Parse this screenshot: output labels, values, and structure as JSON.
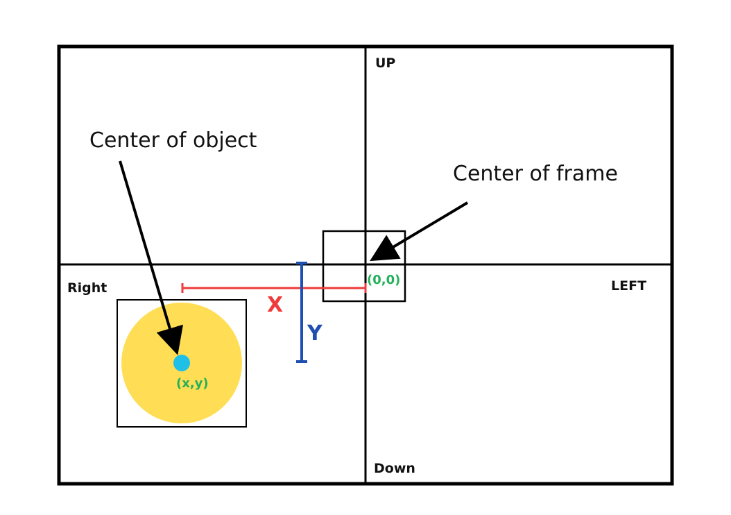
{
  "labels": {
    "up": "UP",
    "down": "Down",
    "left": "LEFT",
    "right": "Right",
    "center_of_object": "Center of object",
    "center_of_frame": "Center of frame",
    "origin": "(0,0)",
    "object_coord": "(x,y)",
    "x_axis": "X",
    "y_axis": "Y"
  },
  "colors": {
    "frame": "#000000",
    "x_line": "#ef3b3b",
    "y_line": "#1f4fb0",
    "green_text": "#22b05a",
    "object_fill": "#ffdd55",
    "object_center": "#1ec0e8"
  }
}
